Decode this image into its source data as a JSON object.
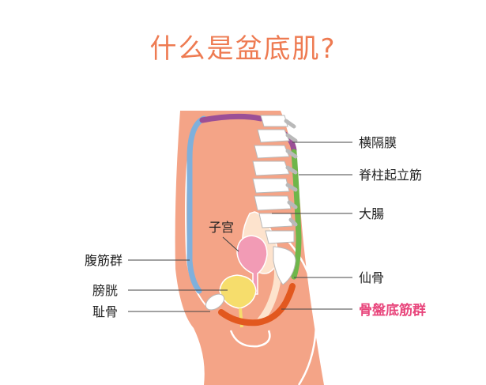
{
  "title": "什么是盆底肌?",
  "labels": {
    "transverse_septum": "横隔膜",
    "erector_spinae": "脊柱起立筋",
    "large_intestine": "大腸",
    "uterus": "子宫",
    "abdominal_muscles": "腹筋群",
    "bladder": "膀胱",
    "sacrum": "仙骨",
    "pubis": "耻骨",
    "pelvic_floor": "骨盤底筋群"
  },
  "colors": {
    "title": "#ee7b52",
    "body": "#f4a487",
    "body_dark": "#e88a6c",
    "diaphragm": "#9b4f97",
    "erector_spinae": "#6fb64a",
    "abdominal": "#7fb0dc",
    "pelvic_floor": "#e2581f",
    "uterus": "#f29bb5",
    "bladder": "#f6dd6c",
    "intestine": "#fde3cd",
    "highlight_label": "#e8467c"
  }
}
